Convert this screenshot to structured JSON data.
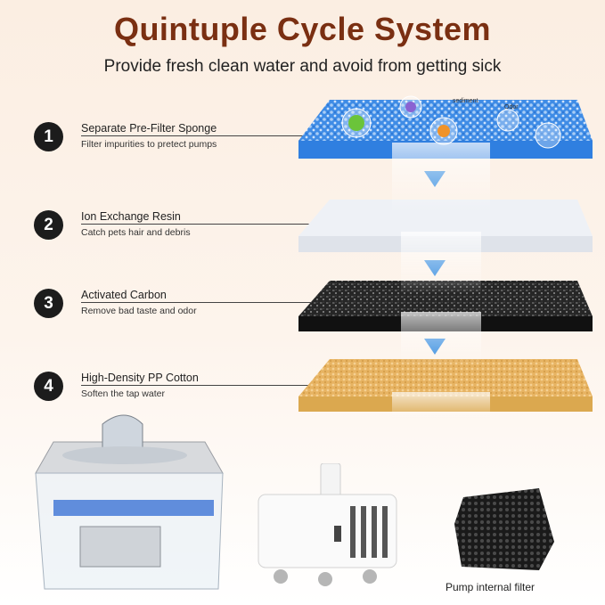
{
  "header": {
    "title": "Quintuple Cycle System",
    "subtitle": "Provide fresh clean water and avoid from getting sick"
  },
  "steps": [
    {
      "number": "1",
      "heading": "Separate Pre-Filter Sponge",
      "description": "Filter impurities to pretect pumps"
    },
    {
      "number": "2",
      "heading": "Ion Exchange Resin",
      "description": "Catch pets hair and debris"
    },
    {
      "number": "3",
      "heading": "Activated Carbon",
      "description": "Remove bad taste and odor"
    },
    {
      "number": "4",
      "heading": "High-Density PP Cotton",
      "description": "Soften the tap water"
    }
  ],
  "impurity_labels": {
    "sediment": "sediment",
    "odor": "Odor"
  },
  "pump_caption": "Pump internal filter",
  "colors": {
    "title": "#7a2f12",
    "sponge_blue": "#2f7fe0",
    "resin_white": "#eef1f6",
    "carbon_black": "#1e1e1e",
    "cotton_yellow": "#e9b766",
    "arrow_blue": "#3b8fe0"
  }
}
